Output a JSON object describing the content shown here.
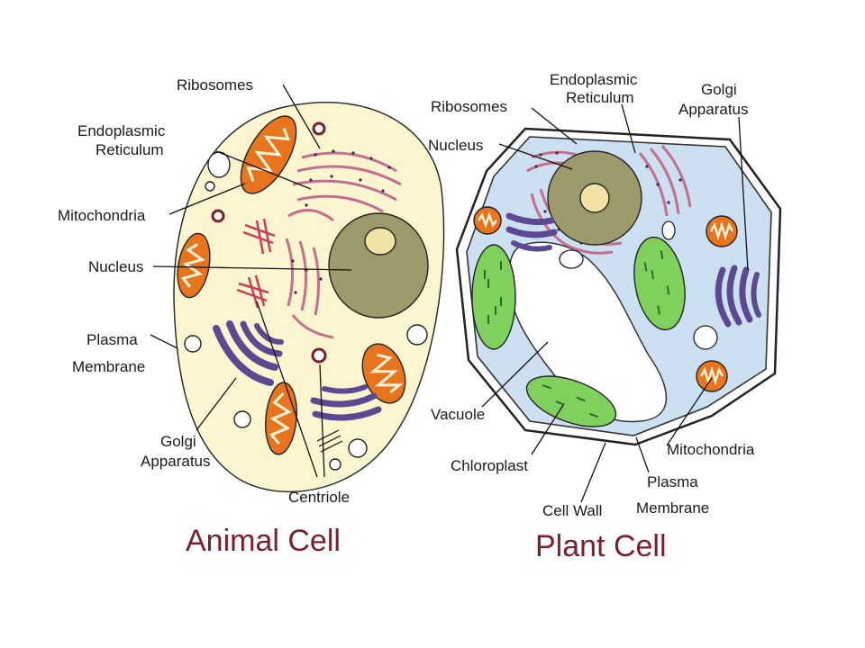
{
  "colors": {
    "title": "#7a1f2b",
    "animal_cytoplasm": "#fbf6cf",
    "plant_cytoplasm": "#cde0f2",
    "nucleus": "#9c9a6a",
    "nucleolus": "#f1e3a4",
    "mitochondria": "#e8741e",
    "golgi": "#5b4a91",
    "chloroplast": "#7fd05c",
    "er": "#c46f8c"
  },
  "animal_cell": {
    "title": "Animal Cell",
    "labels": {
      "ribosomes": "Ribosomes",
      "er_line1": "Endoplasmic",
      "er_line2": "Reticulum",
      "mitochondria": "Mitochondria",
      "nucleus": "Nucleus",
      "plasma_line1": "Plasma",
      "plasma_line2": "Membrane",
      "golgi_line1": "Golgi",
      "golgi_line2": "Apparatus",
      "centriole": "Centriole"
    }
  },
  "plant_cell": {
    "title": "Plant Cell",
    "labels": {
      "ribosomes": "Ribosomes",
      "er_line1": "Endoplasmic",
      "er_line2": "Reticulum",
      "golgi_line1": "Golgi",
      "golgi_line2": "Apparatus",
      "nucleus": "Nucleus",
      "vacuole": "Vacuole",
      "chloroplast": "Chloroplast",
      "mitochondria": "Mitochondria",
      "plasma_line1": "Plasma",
      "plasma_line2": "Membrane",
      "cell_wall": "Cell Wall"
    }
  }
}
